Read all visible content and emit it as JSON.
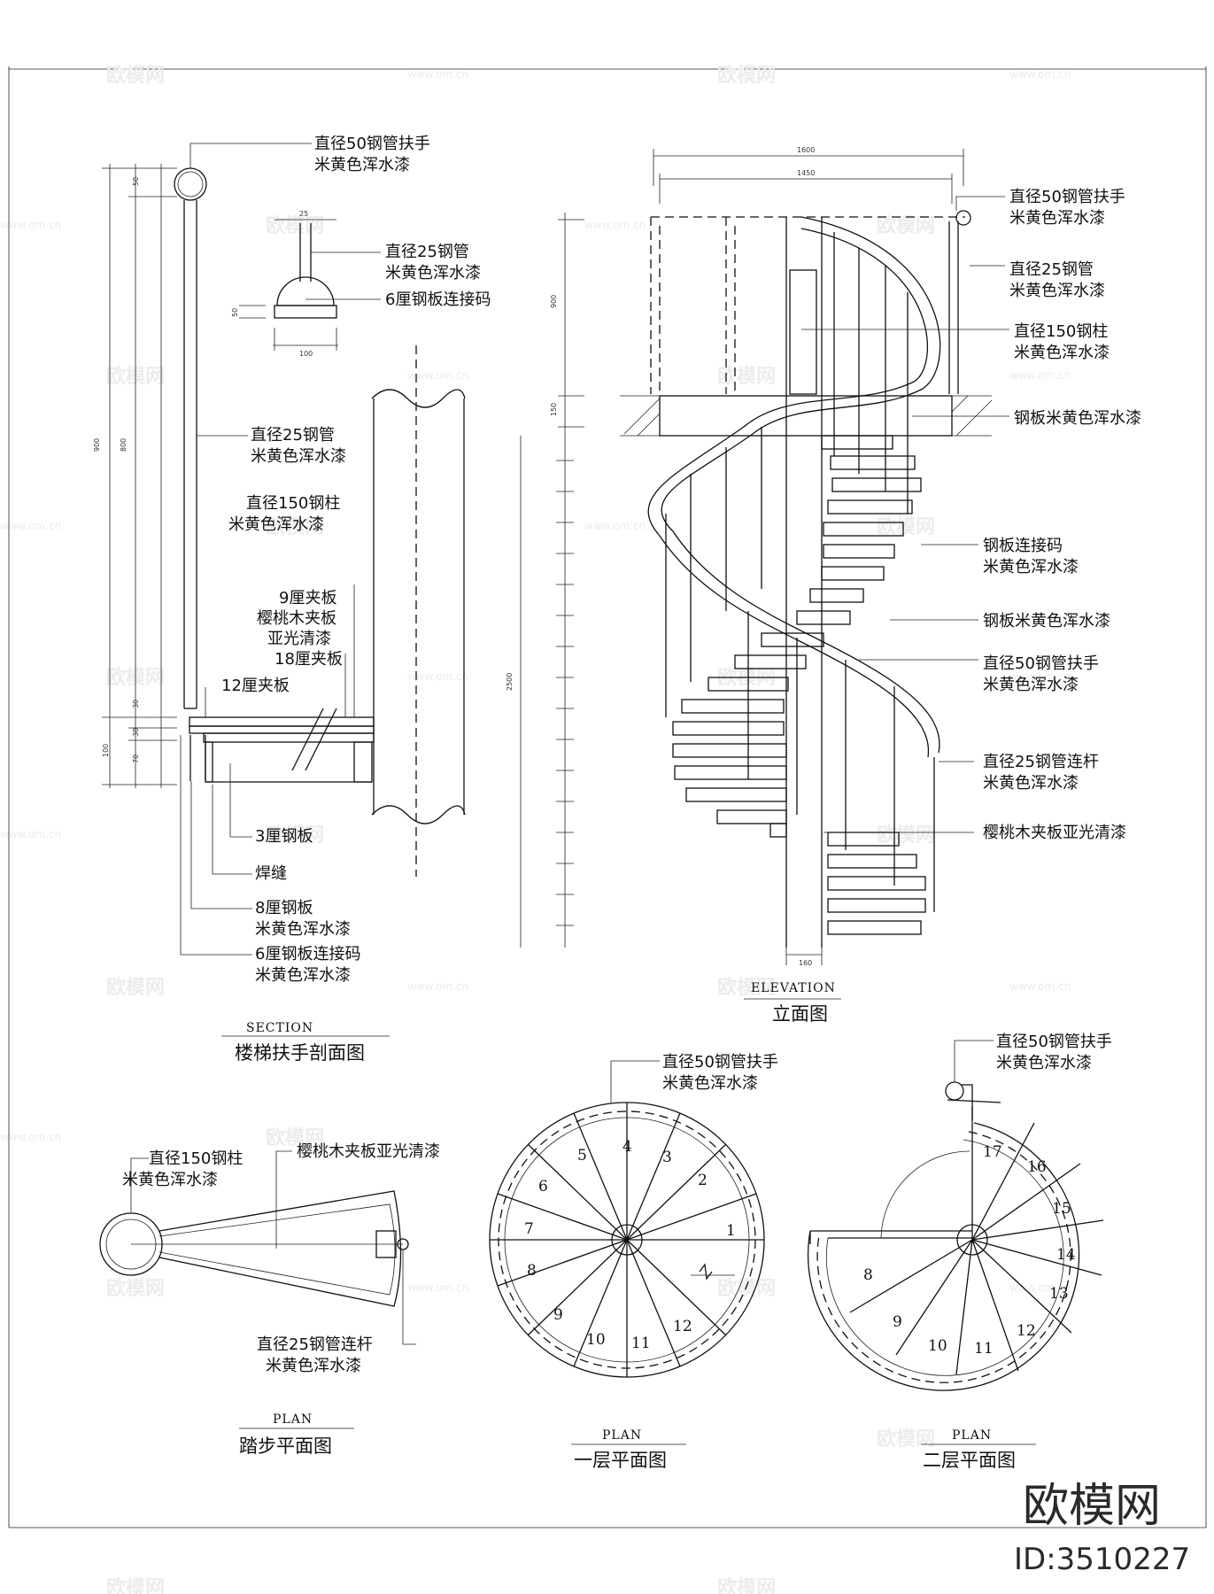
{
  "watermarks": {
    "site": "欧模网",
    "url": "www.om.cn"
  },
  "brand": {
    "name": "欧模网",
    "id": "ID:3510227"
  },
  "section": {
    "title_en": "SECTION",
    "title_cn": "楼梯扶手剖面图",
    "labels": {
      "handrail_50_a": "直径50钢管扶手",
      "handrail_50_b": "米黄色浑水漆",
      "pipe_25_a": "直径25钢管",
      "pipe_25_b": "米黄色浑水漆",
      "plate_6": "6厘钢板连接码",
      "pipe_25_mid_a": "直径25钢管",
      "pipe_25_mid_b": "米黄色浑水漆",
      "column_150_a": "直径150钢柱",
      "column_150_b": "米黄色浑水漆",
      "ply_9_a": "9厘夹板",
      "ply_9_b": "樱桃木夹板",
      "ply_9_c": "亚光清漆",
      "ply_18": "18厘夹板",
      "ply_12": "12厘夹板",
      "steel_3": "3厘钢板",
      "weld": "焊缝",
      "steel_8_a": "8厘钢板",
      "steel_8_b": "米黄色浑水漆",
      "plate_6b_a": "6厘钢板连接码",
      "plate_6b_b": "米黄色浑水漆"
    },
    "dims": {
      "d50": "50",
      "d900": "900",
      "d800": "800",
      "d30a": "30",
      "d30b": "30",
      "d100": "100",
      "d70": "70",
      "d25": "25",
      "d50b": "50",
      "d100b": "100"
    }
  },
  "elevation": {
    "title_en": "ELEVATION",
    "title_cn": "立面图",
    "labels": {
      "handrail_50_a": "直径50钢管扶手",
      "handrail_50_b": "米黄色浑水漆",
      "pipe_25_a": "直径25钢管",
      "pipe_25_b": "米黄色浑水漆",
      "column_150_a": "直径150钢柱",
      "column_150_b": "米黄色浑水漆",
      "plate_paint": "钢板米黄色浑水漆",
      "connector_a": "钢板连接码",
      "connector_b": "米黄色浑水漆",
      "plate_paint2": "钢板米黄色浑水漆",
      "handrail2_a": "直径50钢管扶手",
      "handrail2_b": "米黄色浑水漆",
      "rod_a": "直径25钢管连杆",
      "rod_b": "米黄色浑水漆",
      "cherry": "樱桃木夹板亚光清漆"
    },
    "dims": {
      "w1600": "1600",
      "w1450": "1450",
      "h900": "900",
      "h150": "150",
      "total": "2500",
      "col": "160"
    }
  },
  "tread_plan": {
    "title_en": "PLAN",
    "title_cn": "踏步平面图",
    "labels": {
      "column_a": "直径150钢柱",
      "column_b": "米黄色浑水漆",
      "cherry": "樱桃木夹板亚光清漆",
      "rod_a": "直径25钢管连杆",
      "rod_b": "米黄色浑水漆"
    }
  },
  "plan1": {
    "title_en": "PLAN",
    "title_cn": "一层平面图",
    "labels": {
      "handrail_a": "直径50钢管扶手",
      "handrail_b": "米黄色浑水漆"
    },
    "steps": [
      "1",
      "2",
      "3",
      "4",
      "5",
      "6",
      "7",
      "8",
      "9",
      "10",
      "11",
      "12"
    ]
  },
  "plan2": {
    "title_en": "PLAN",
    "title_cn": "二层平面图",
    "labels": {
      "handrail_a": "直径50钢管扶手",
      "handrail_b": "米黄色浑水漆"
    },
    "steps": [
      "8",
      "9",
      "10",
      "11",
      "12",
      "13",
      "14",
      "15",
      "16",
      "17"
    ]
  }
}
